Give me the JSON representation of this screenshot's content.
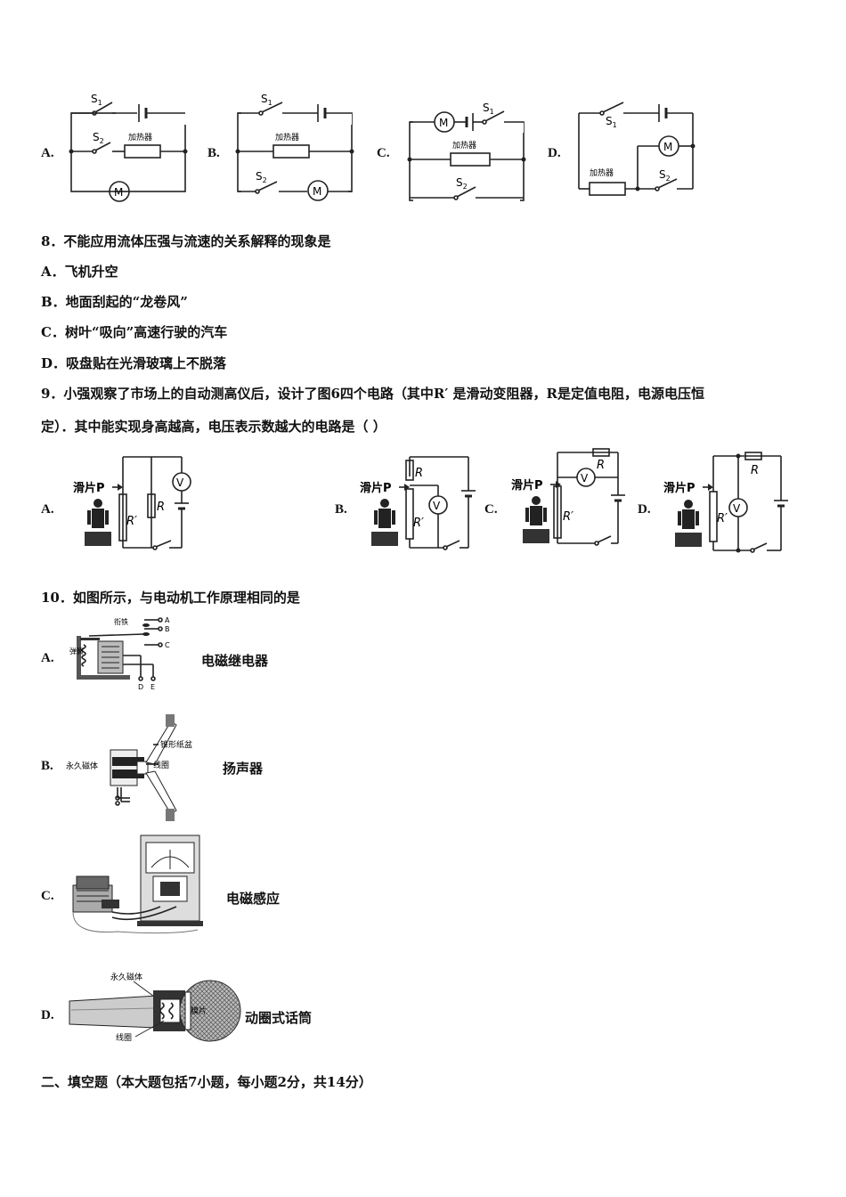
{
  "q7": {
    "options": [
      "A.",
      "B.",
      "C.",
      "D."
    ],
    "heater_label": "加热器",
    "motor_label": "M",
    "s1": "S",
    "s2": "S",
    "sub1": "1",
    "sub2": "2"
  },
  "q8": {
    "stem": "8．不能应用流体压强与流速的关系解释的现象是",
    "options": [
      "A．飞机升空",
      "B．地面刮起的“龙卷风”",
      "C．树叶“吸向”高速行驶的汽车",
      "D．吸盘贴在光滑玻璃上不脱落"
    ]
  },
  "q9": {
    "stem_line1": "9．小强观察了市场上的自动测高仪后，设计了图6四个电路（其中R′ 是滑动变阻器，R是定值电阻，电源电压恒",
    "stem_line2": "定）．其中能实现身高越高，电压表示数越大的电路是（          ）",
    "options": [
      "A.",
      "B.",
      "C.",
      "D."
    ],
    "slider_label": "滑片P",
    "r_label": "R",
    "rprime_label": "R′",
    "v_label": "V"
  },
  "q10": {
    "stem": "10．如图所示，与电动机工作原理相同的是",
    "options": [
      {
        "letter": "A.",
        "caption": "电磁继电器"
      },
      {
        "letter": "B.",
        "caption": "扬声器"
      },
      {
        "letter": "C.",
        "caption": "电磁感应"
      },
      {
        "letter": "D.",
        "caption": "动圈式话筒"
      }
    ],
    "relay_labels": {
      "armature": "衔铁",
      "spring": "弹簧",
      "a": "A",
      "b": "B",
      "c": "C",
      "d": "D",
      "e": "E"
    },
    "speaker_labels": {
      "cone": "锥形纸盆",
      "magnet": "永久磁体",
      "coil": "线圈"
    },
    "mic_labels": {
      "magnet": "永久磁体",
      "coil": "线圈",
      "membrane": "膜片"
    }
  },
  "section2": {
    "heading": "二、填空题（本大题包括7小题，每小题2分，共14分）"
  }
}
